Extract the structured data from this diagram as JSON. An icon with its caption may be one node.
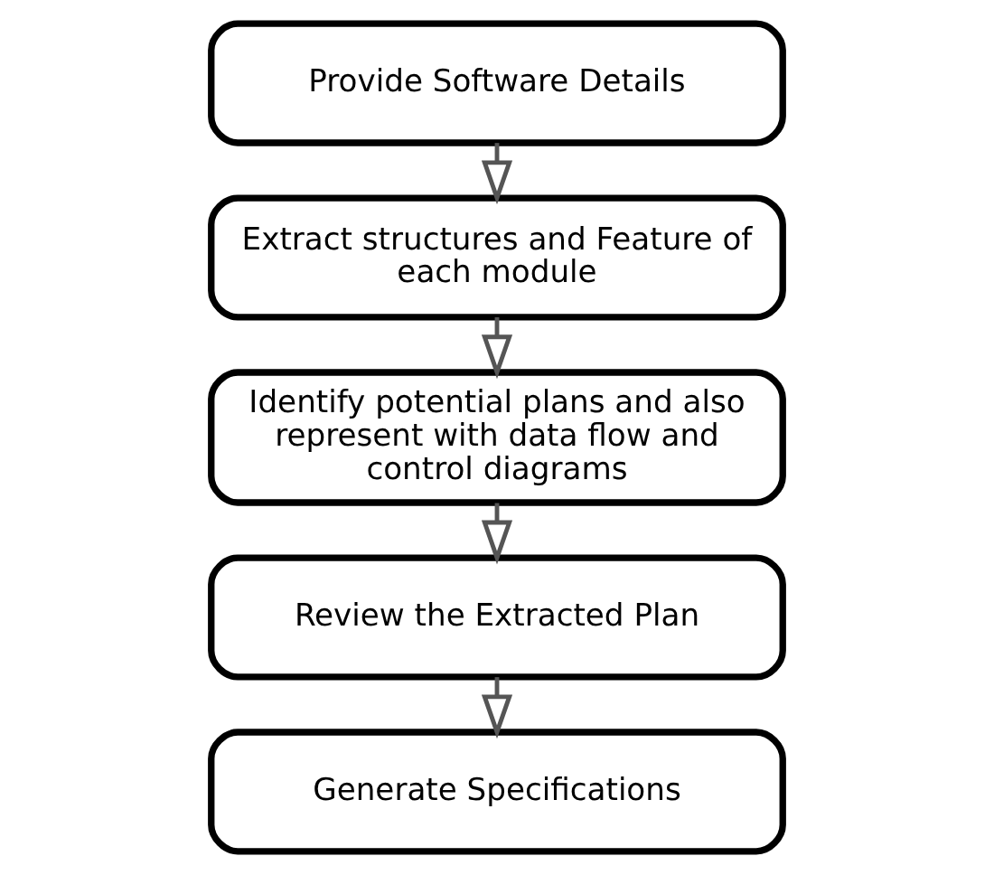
{
  "diagram": {
    "nodes": [
      {
        "text": [
          "Provide Software Details"
        ]
      },
      {
        "text": [
          "Extract structures and Feature of each module"
        ]
      },
      {
        "text": [
          "Identify potential plans and also represent with data flow and control diagrams"
        ]
      },
      {
        "text": [
          "Review the Extracted Plan"
        ]
      },
      {
        "text": [
          "Generate Specifications"
        ]
      }
    ],
    "edges": [
      {
        "from": 0,
        "to": 1,
        "arrow": "to"
      },
      {
        "from": 1,
        "to": 2,
        "arrow": "to"
      },
      {
        "from": 2,
        "to": 3,
        "arrow": "to"
      },
      {
        "from": 3,
        "to": 4,
        "arrow": "to"
      }
    ]
  }
}
